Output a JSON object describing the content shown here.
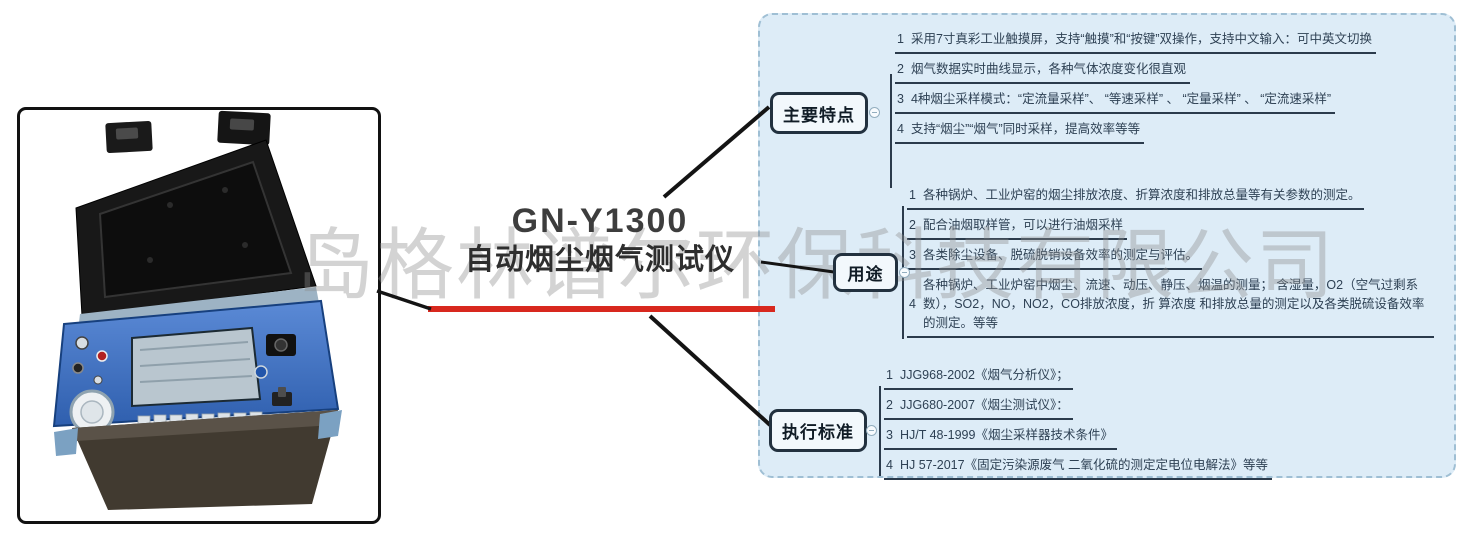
{
  "watermark": {
    "text": "岛格林谱尔环保科技有限公司"
  },
  "center": {
    "model": "GN-Y1300",
    "product_name": "自动烟尘烟气测试仪"
  },
  "colors": {
    "accent_red": "#d8281e",
    "panel_blue": "#ddecf7"
  },
  "icons": {
    "collapse_toggle": "minus-in-circle"
  },
  "branches": [
    {
      "label": "主要特点",
      "items": [
        {
          "num": "1",
          "text": "采用7寸真彩工业触摸屏，支持“触摸”和“按键”双操作，支持中文输入：可中英文切换"
        },
        {
          "num": "2",
          "text": "烟气数据实时曲线显示，各种气体浓度变化很直观"
        },
        {
          "num": "3",
          "text": "4种烟尘采样模式：“定流量采样”、 “等速采样” 、 “定量采样” 、 “定流速采样”"
        },
        {
          "num": "4",
          "text": "支持“烟尘”“烟气”同时采样，提高效率等等"
        }
      ]
    },
    {
      "label": "用途",
      "items": [
        {
          "num": "1",
          "text": "各种锅炉、工业炉窑的烟尘排放浓度、折算浓度和排放总量等有关参数的测定。"
        },
        {
          "num": "2",
          "text": "配合油烟取样管，可以进行油烟采样"
        },
        {
          "num": "3",
          "text": "各类除尘设备、脱硫脱销设备效率的测定与评估。"
        },
        {
          "num": "4",
          "text": "各种锅炉、工业炉窑中烟尘、流速、动压、静压、烟温的测量； 含湿量，O2（空气过剩系数），SO2，NO，NO2，CO排放浓度，折 算浓度 和排放总量的测定以及各类脱硫设备效率的测定。等等"
        }
      ]
    },
    {
      "label": "执行标准",
      "items": [
        {
          "num": "1",
          "text": "JJG968-2002《烟气分析仪》；"
        },
        {
          "num": "2",
          "text": "JJG680-2007《烟尘测试仪》："
        },
        {
          "num": "3",
          "text": "HJ/T 48-1999《烟尘采样器技术条件》"
        },
        {
          "num": "4",
          "text": "HJ 57-2017《固定污染源废气 二氧化硫的测定定电位电解法》等等"
        }
      ]
    }
  ]
}
